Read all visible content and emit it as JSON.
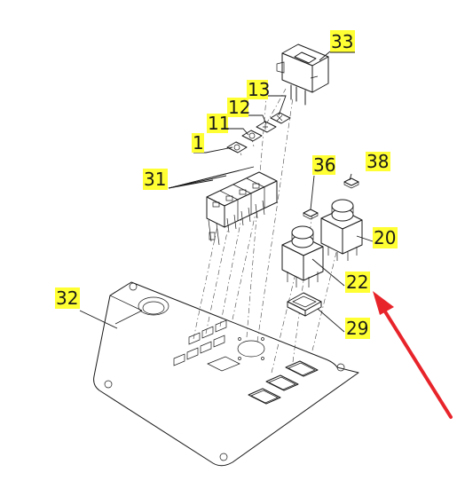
{
  "colors": {
    "callout_background": "#ffff33",
    "line": "#1a1a1a",
    "pointer_arrow": "#e8242b"
  },
  "callouts": [
    {
      "id": "33",
      "label": "33"
    },
    {
      "id": "13",
      "label": "13"
    },
    {
      "id": "12",
      "label": "12"
    },
    {
      "id": "11",
      "label": "11"
    },
    {
      "id": "1",
      "label": "1"
    },
    {
      "id": "31",
      "label": "31"
    },
    {
      "id": "36",
      "label": "36"
    },
    {
      "id": "38",
      "label": "38"
    },
    {
      "id": "20",
      "label": "20"
    },
    {
      "id": "32",
      "label": "32"
    },
    {
      "id": "22",
      "label": "22"
    },
    {
      "id": "29",
      "label": "29"
    }
  ],
  "highlighted_part": "22",
  "icons": {
    "pointer": "red-arrow-icon"
  }
}
